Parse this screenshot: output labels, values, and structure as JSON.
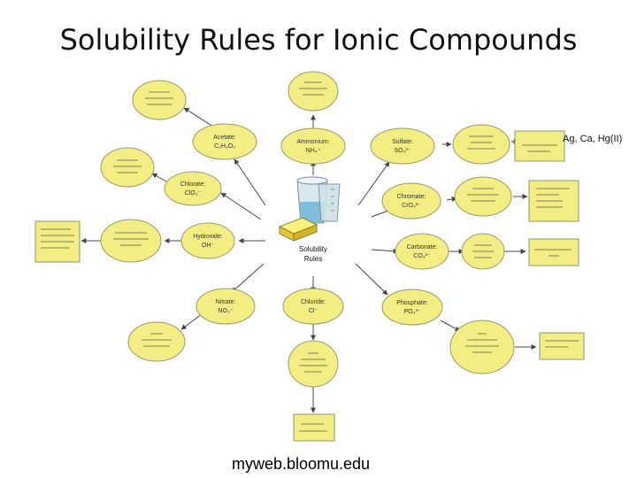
{
  "title": "Solubility Rules for Ionic Compounds",
  "source": "myweb.bloomu.edu",
  "center": {
    "line1": "Solubility",
    "line2": "Rules"
  },
  "exception_overlay": "Ag, Ca, Hg(II)",
  "ions": {
    "acetate": {
      "name": "Acetate:",
      "formula": "C₂H₃O₂"
    },
    "ammonium": {
      "name": "Ammonium:",
      "formula": "NH₄⁺"
    },
    "sulfate": {
      "name": "Sulfate:",
      "formula": "SO₄²⁻"
    },
    "chlorate": {
      "name": "Chlorate:",
      "formula": "ClO₃⁻"
    },
    "chromate": {
      "name": "Chromate:",
      "formula": "CrO₄²⁻"
    },
    "hydroxide": {
      "name": "Hydroxide:",
      "formula": "OH⁻"
    },
    "carbonate": {
      "name": "Carbonate:",
      "formula": "CO₃²⁻"
    },
    "nitrate": {
      "name": "Nitrate:",
      "formula": "NO₃⁻"
    },
    "chloride": {
      "name": "Chloride:",
      "formula": "Cl⁻"
    },
    "phosphate": {
      "name": "Phosphate:",
      "formula": "PO₄³⁻"
    }
  },
  "colors": {
    "node_fill": "#f3ee84",
    "arrow": "#444444"
  }
}
